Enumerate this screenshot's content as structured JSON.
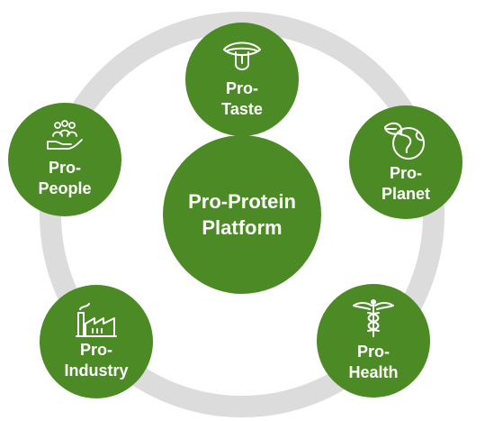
{
  "center": {
    "line1": "Pro-Protein",
    "line2": "Platform"
  },
  "nodes": {
    "taste": {
      "line1": "Pro-",
      "line2": "Taste",
      "icon": "tongue-icon"
    },
    "people": {
      "line1": "Pro-",
      "line2": "People",
      "icon": "people-hand-icon"
    },
    "planet": {
      "line1": "Pro-",
      "line2": "Planet",
      "icon": "leaf-globe-icon"
    },
    "industry": {
      "line1": "Pro-",
      "line2": "Industry",
      "icon": "factory-icon"
    },
    "health": {
      "line1": "Pro-",
      "line2": "Health",
      "icon": "caduceus-icon"
    }
  },
  "colors": {
    "node_fill": "#4b8a24",
    "ring": "#dcdcdc",
    "text": "#ffffff"
  }
}
